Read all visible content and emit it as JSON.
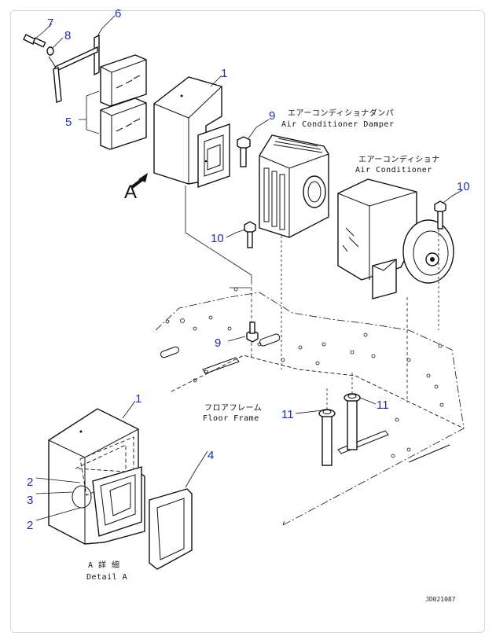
{
  "callouts": {
    "c1_top": "1",
    "c1_detail": "1",
    "c2_a": "2",
    "c2_b": "2",
    "c3": "3",
    "c4": "4",
    "c5": "5",
    "c6": "6",
    "c7": "7",
    "c8": "8",
    "c9_a": "9",
    "c9_b": "9",
    "c10_a": "10",
    "c10_b": "10",
    "c11_a": "11",
    "c11_b": "11"
  },
  "labels": {
    "damper_jp": "エアーコンディショナダンパ",
    "damper_en": "Air Conditioner Damper",
    "ac_jp": "エアーコンディショナ",
    "ac_en": "Air Conditioner",
    "floor_jp": "フロアフレーム",
    "floor_en": "Floor Frame",
    "view_a": "A",
    "detail_jp": "A 詳 細",
    "detail_en": "Detail A",
    "drawing_code": "JD021087"
  }
}
